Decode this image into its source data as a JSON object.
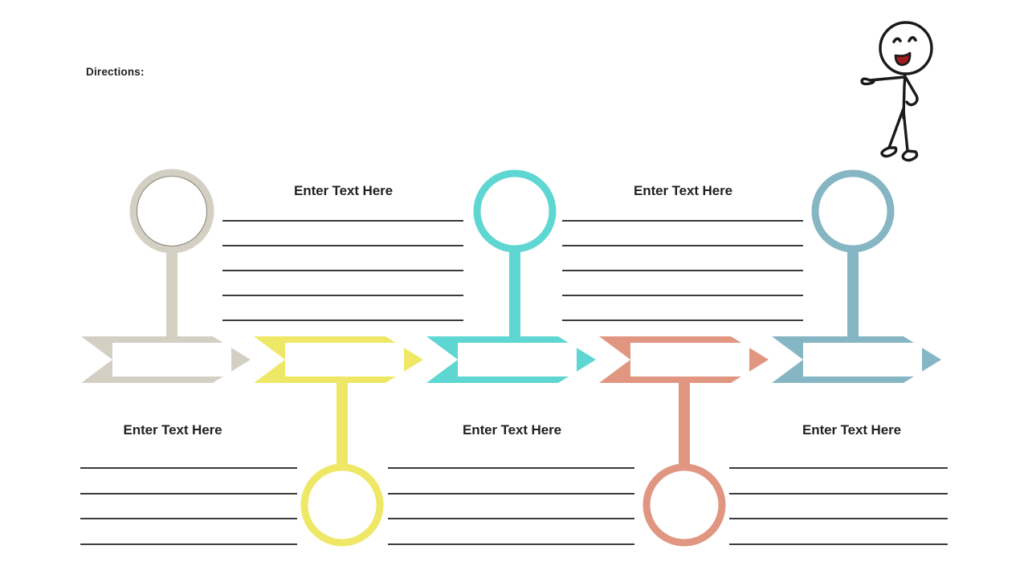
{
  "page": {
    "background": "#ffffff",
    "directions_label": "Directions:"
  },
  "figure": {
    "name": "stick-figure-pointing",
    "mouth_color": "#9e1b20",
    "line_color": "#1a1a1a"
  },
  "colors": {
    "step1": "#d3d0c3",
    "step2": "#eee866",
    "step3": "#5ed6d1",
    "step4": "#e09680",
    "step5": "#86b6c4",
    "line": "#3b3b3b",
    "text": "#231f20",
    "gray_circle_inner_stroke": "#8c8a80"
  },
  "process": {
    "steps": [
      {
        "id": 1,
        "color_key": "step1",
        "color": "#d3d0c3",
        "position": "top",
        "box_label": ""
      },
      {
        "id": 2,
        "color_key": "step2",
        "color": "#eee866",
        "position": "bottom",
        "box_label": ""
      },
      {
        "id": 3,
        "color_key": "step3",
        "color": "#5ed6d1",
        "position": "top",
        "box_label": ""
      },
      {
        "id": 4,
        "color_key": "step4",
        "color": "#e09680",
        "position": "bottom",
        "box_label": ""
      },
      {
        "id": 5,
        "color_key": "step5",
        "color": "#86b6c4",
        "position": "top",
        "box_label": ""
      }
    ]
  },
  "top_notes": [
    {
      "title": "Enter Text Here",
      "lines": 5
    },
    {
      "title": "Enter Text Here",
      "lines": 5
    }
  ],
  "bottom_notes": [
    {
      "title": "Enter Text Here",
      "lines": 4
    },
    {
      "title": "Enter Text Here",
      "lines": 4
    },
    {
      "title": "Enter Text Here",
      "lines": 4
    }
  ]
}
